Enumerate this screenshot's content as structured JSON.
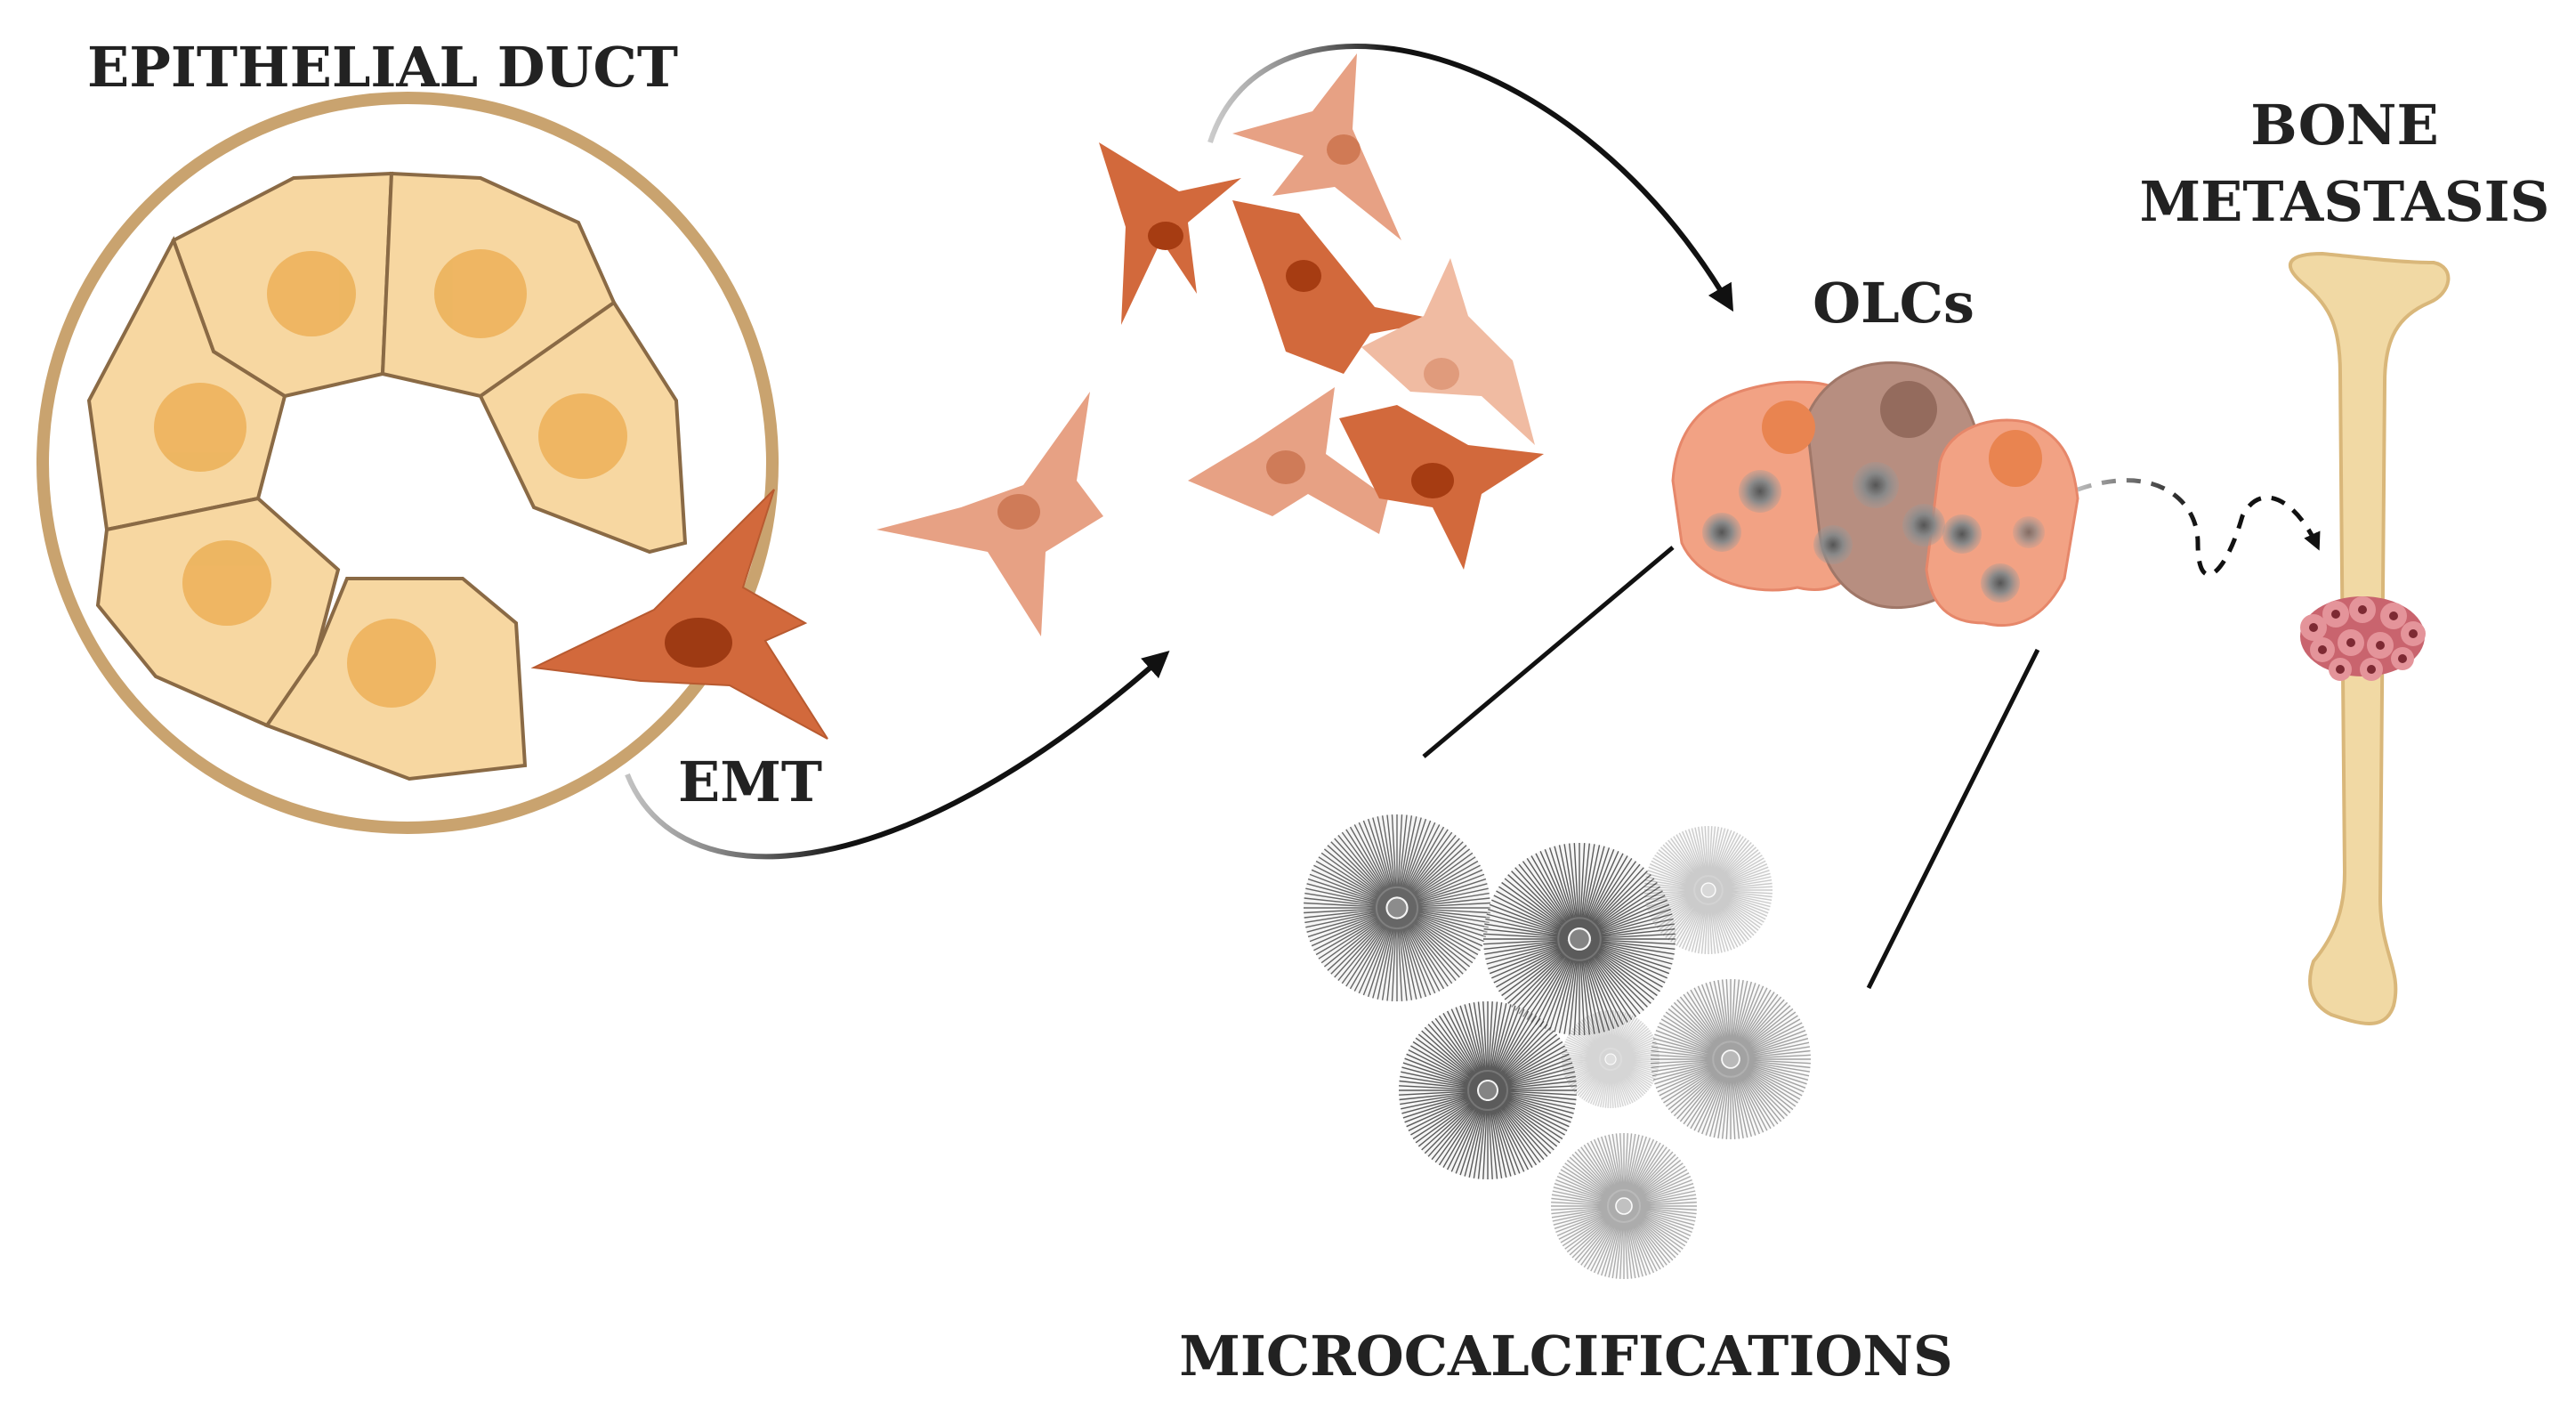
{
  "labels": {
    "epithelial_duct": "EPITHELIAL DUCT",
    "emt": "EMT",
    "olcs": "OLCs",
    "bone_line1": "BONE",
    "bone_line2": "METASTASIS",
    "microcalcifications": "MICROCALCIFICATIONS"
  },
  "colors": {
    "duct_ring": "#C9A36F",
    "duct_cell": "#F7D7A1",
    "duct_cell_border": "#8A6A45",
    "duct_nucleus": "#EDB35C",
    "mesenchymal_dark": "#D2693C",
    "mesenchymal_light": "#E7A184",
    "olc_cell": "#F2A284",
    "olc_center": "#B78E80",
    "bone": "#F1D9A4",
    "tumor": "#D8727C",
    "arrow": "#111111",
    "text": "#222222"
  },
  "icons": [
    "epithelial-duct-icon",
    "mesenchymal-cell-icon",
    "olc-cluster-icon",
    "bone-icon",
    "microcalcification-icon"
  ]
}
